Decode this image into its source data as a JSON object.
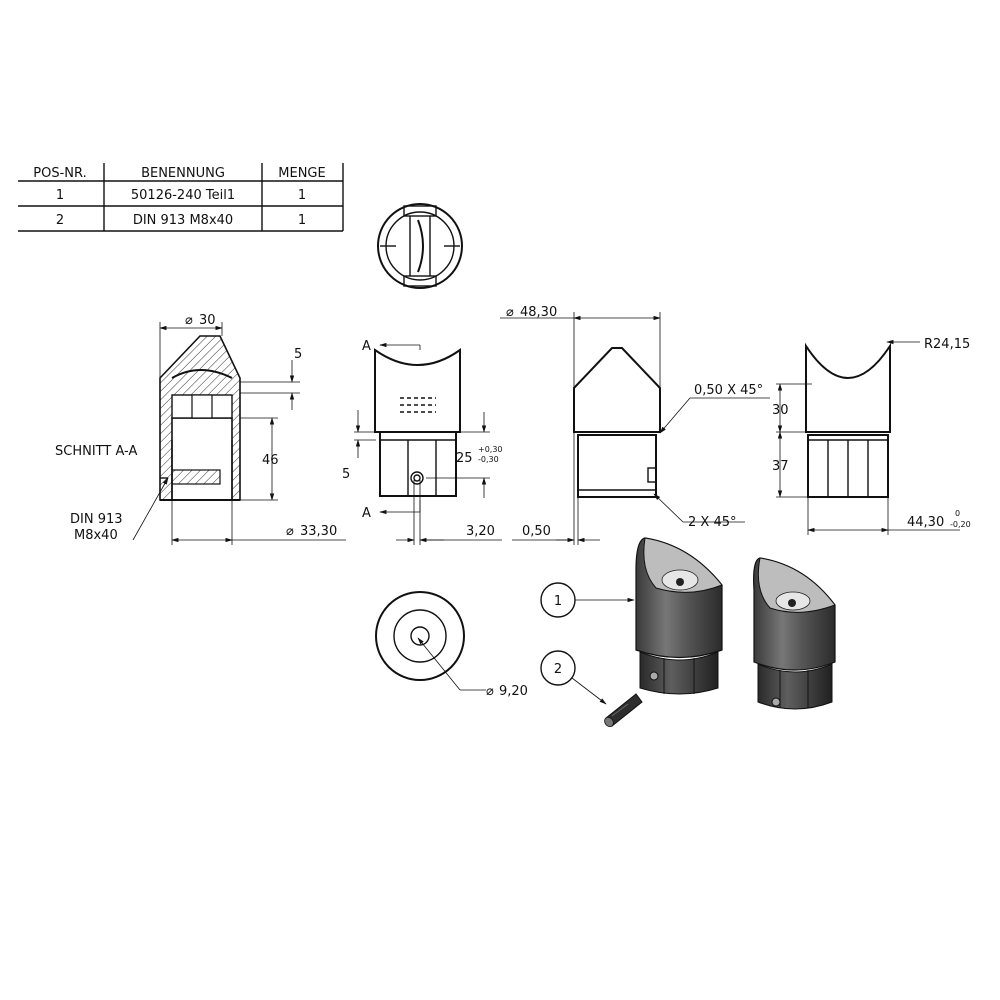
{
  "parts_table": {
    "headers": [
      "POS-NR.",
      "BENENNUNG",
      "MENGE"
    ],
    "rows": [
      [
        "1",
        "50126-240 Teil1",
        "1"
      ],
      [
        "2",
        "DIN 913 M8x40",
        "1"
      ]
    ]
  },
  "section": {
    "title": "SCHNITT A-A",
    "screw_line1": "DIN 913",
    "screw_line2": "M8x40"
  },
  "dimensions": {
    "d30": "30",
    "top5": "5",
    "h46": "46",
    "d3330": "33,30",
    "markA": "A",
    "h25": "25",
    "tol25_up": "+0,30",
    "tol25_dn": "-0,30",
    "side5": "5",
    "w320": "3,20",
    "d4830": "48,30",
    "chamfer1": "0,50 X 45°",
    "chamfer2": "2 X 45°",
    "w050": "0,50",
    "r2415": "R24,15",
    "h30": "30",
    "h37": "37",
    "w4430": "44,30",
    "tol4430_up": "0",
    "tol4430_dn": "-0,20",
    "d920": "9,20"
  },
  "balloons": {
    "b1": "1",
    "b2": "2"
  },
  "symbols": {
    "diameter": "⌀",
    "arrow_icon": "arrow-head",
    "balloon_icon": "circle-balloon"
  }
}
